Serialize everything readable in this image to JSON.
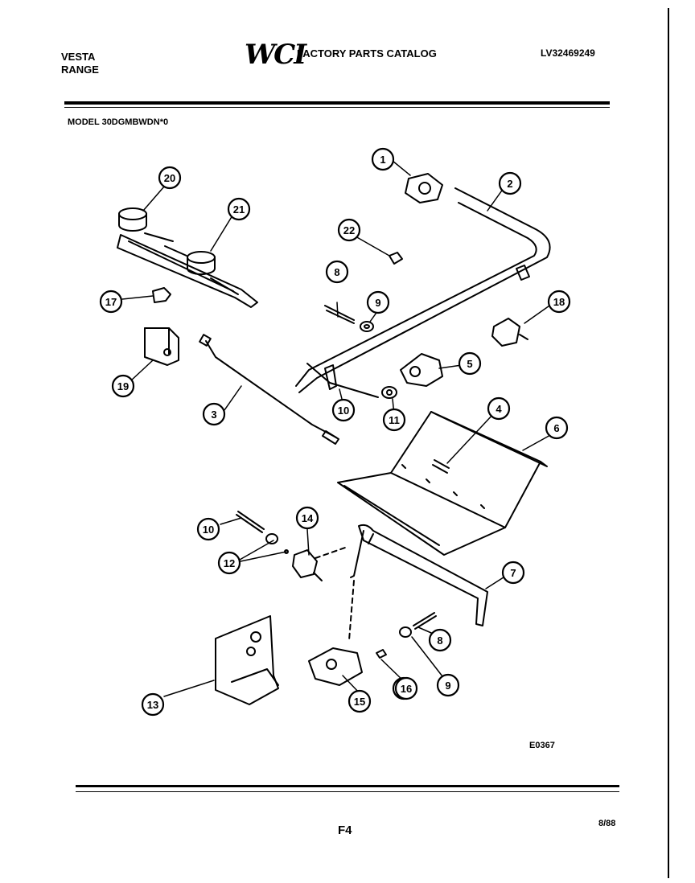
{
  "header": {
    "brand_line1": "VESTA",
    "brand_line2": "RANGE",
    "logo_text": "WCI",
    "catalog_title": "FACTORY PARTS CATALOG",
    "document_number": "LV32469249",
    "model_label": "MODEL 30DGMBWDN*0"
  },
  "callouts": [
    "1",
    "2",
    "3",
    "4",
    "5",
    "6",
    "7",
    "8",
    "9",
    "10",
    "11",
    "12",
    "13",
    "14",
    "15",
    "16",
    "17",
    "18",
    "19",
    "20",
    "21",
    "22",
    "8",
    "9",
    "10",
    "16"
  ],
  "footer": {
    "figure_code": "E0367",
    "page_label": "F4",
    "date": "8/88"
  }
}
